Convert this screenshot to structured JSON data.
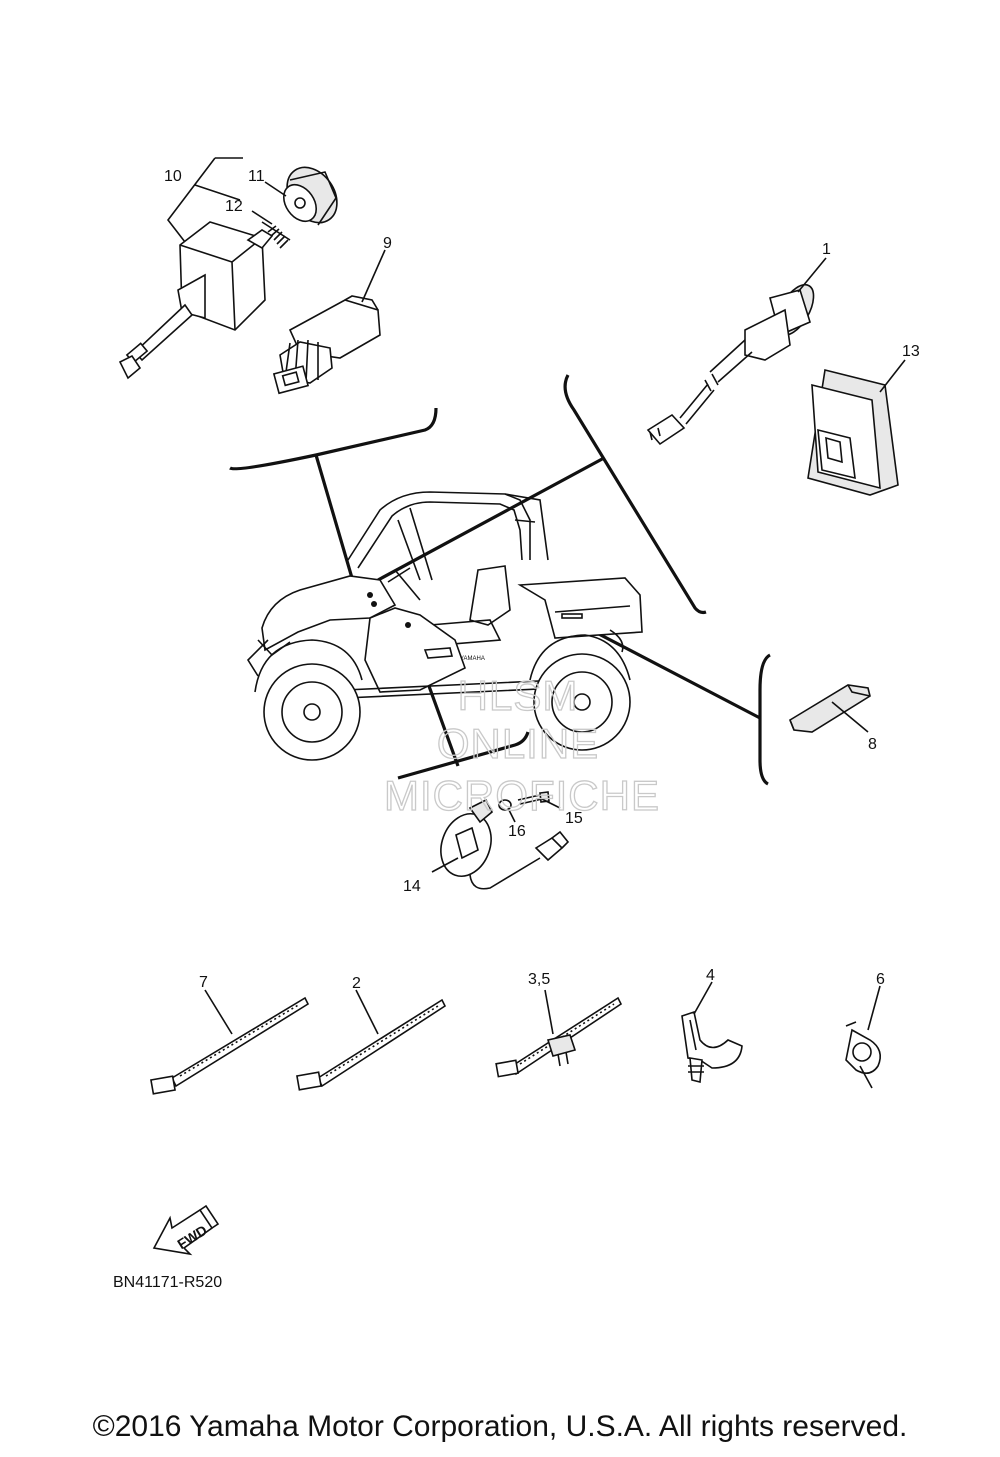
{
  "callouts": {
    "c1": "1",
    "c2": "2",
    "c35": "3,5",
    "c4": "4",
    "c6": "6",
    "c7": "7",
    "c8": "8",
    "c9": "9",
    "c10": "10",
    "c11": "11",
    "c12": "12",
    "c13": "13",
    "c14": "14",
    "c15": "15",
    "c16": "16"
  },
  "watermark": {
    "line1": "HLSM",
    "line2": "ONLINE",
    "line3": "MICROFICHE"
  },
  "fwd_label": "FWD",
  "vehicle_badge": "YAMAHA",
  "diagram_code": "BN41171-R520",
  "copyright": "©2016 Yamaha Motor Corporation, U.S.A. All rights reserved."
}
